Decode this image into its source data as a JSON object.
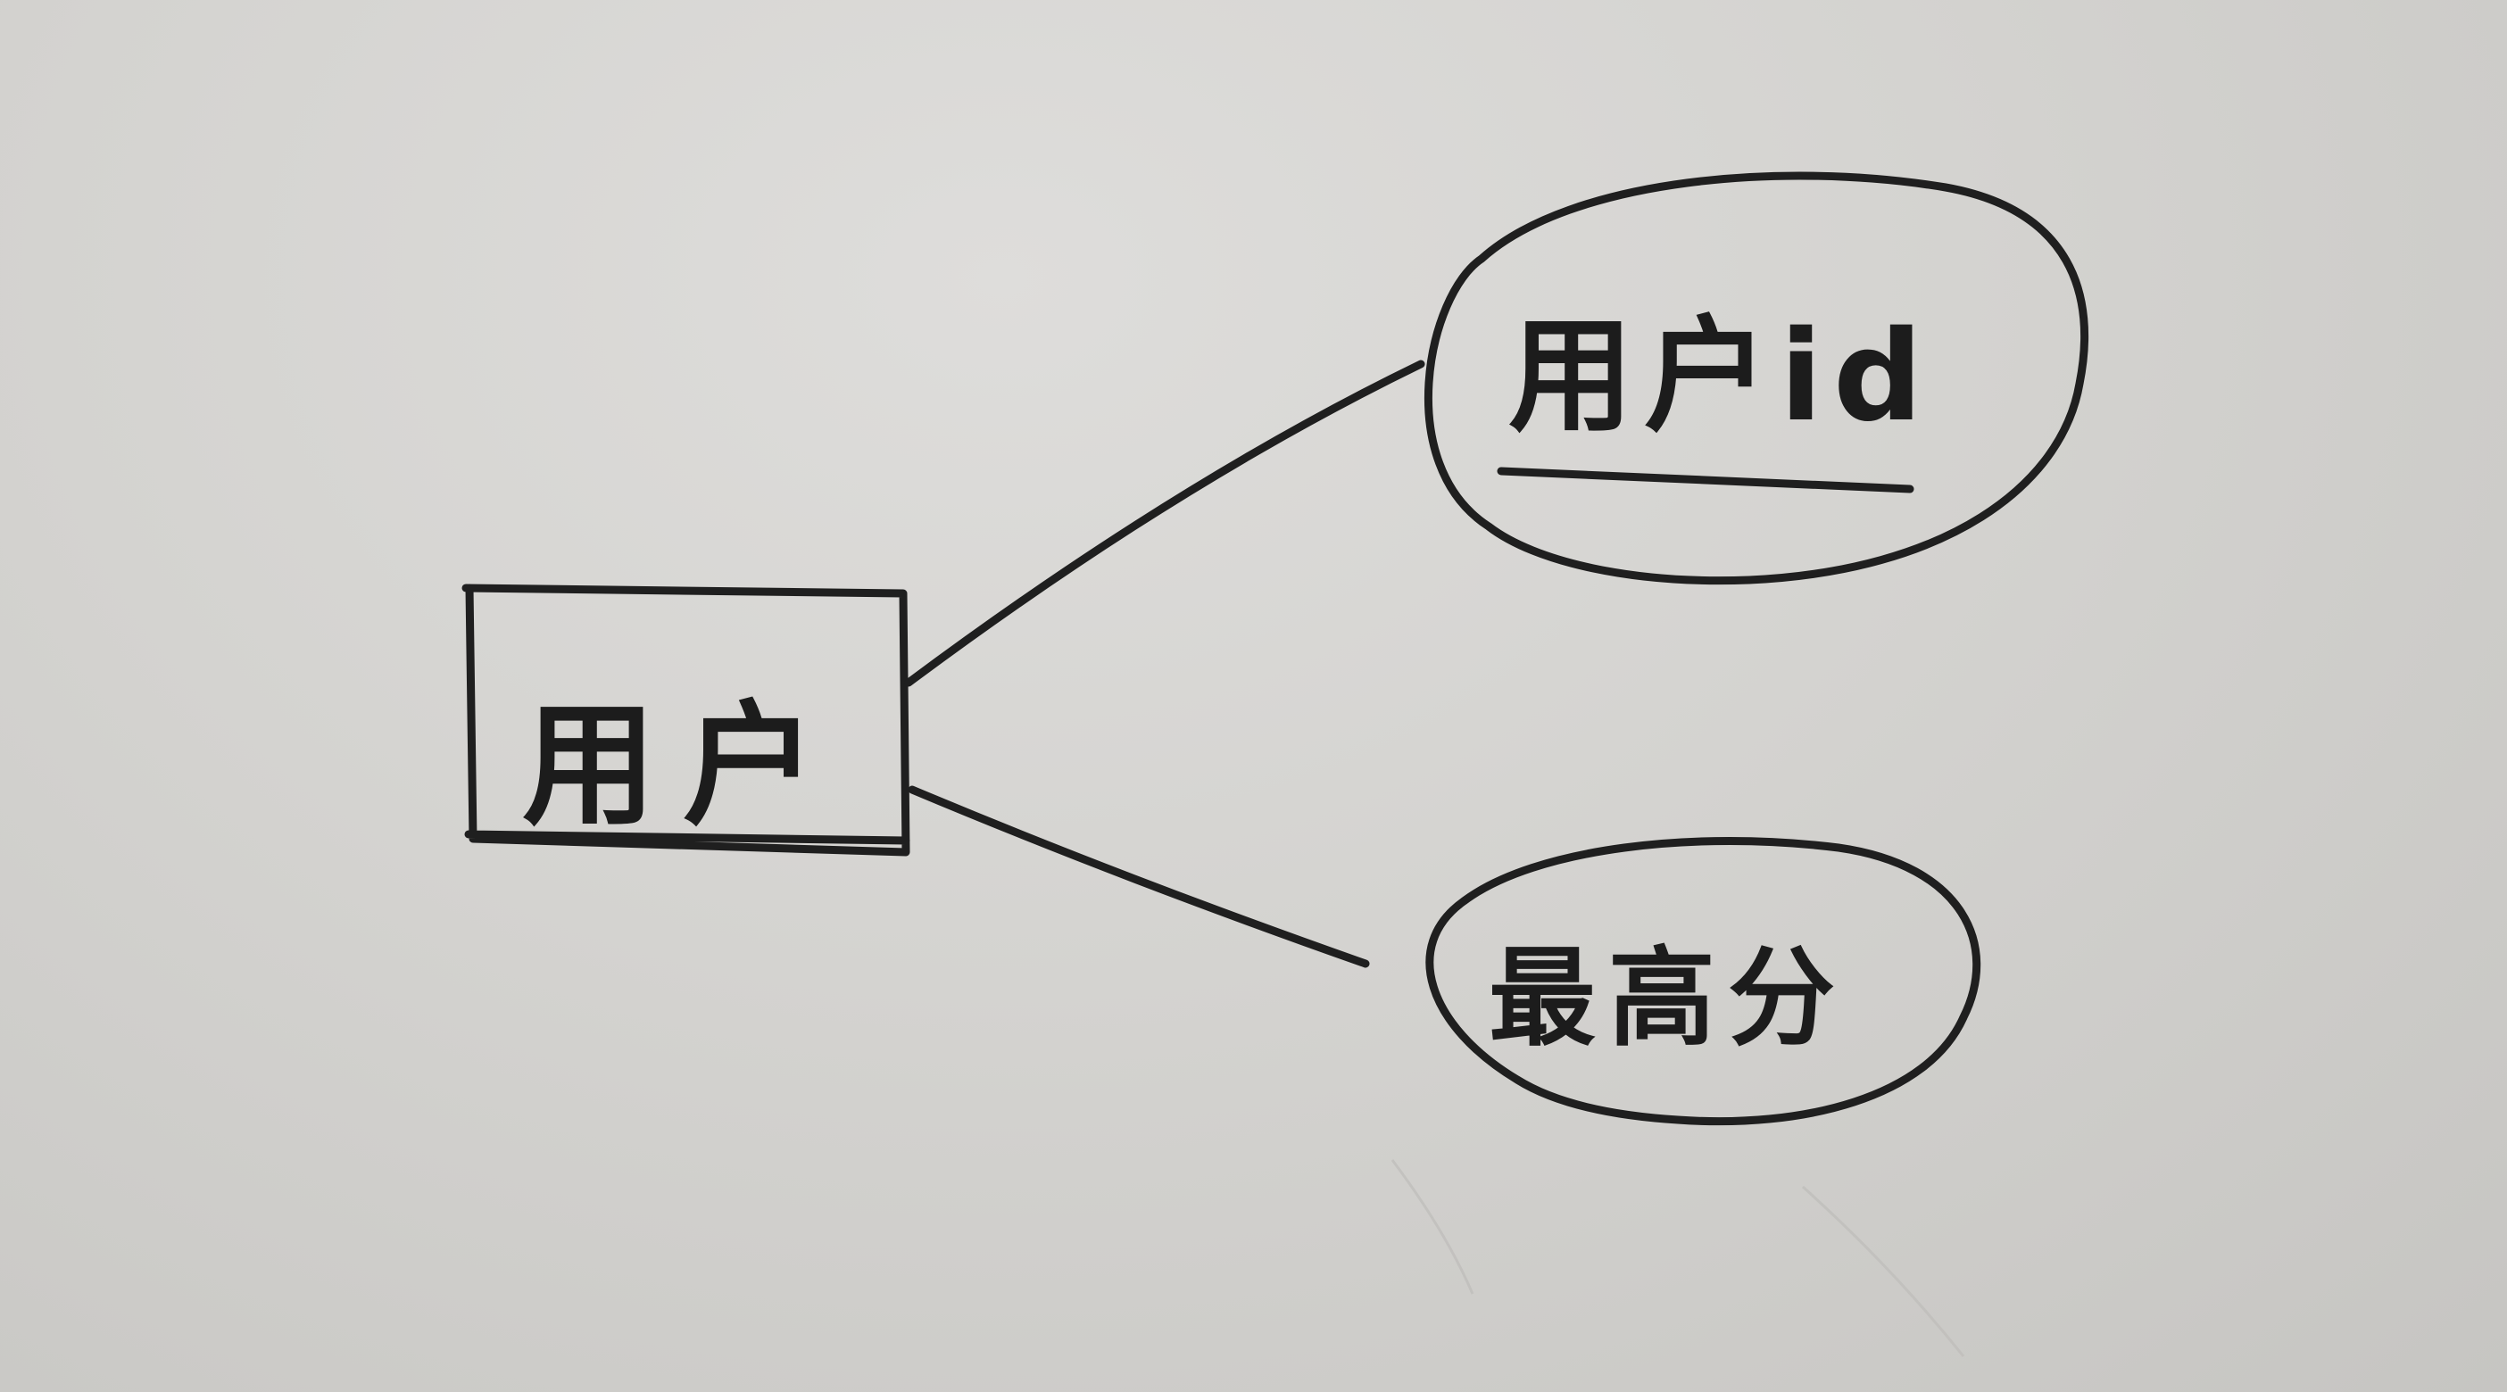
{
  "diagram": {
    "entity": {
      "label": "用户"
    },
    "attributes": [
      {
        "label": "用户id",
        "is_key": true
      },
      {
        "label": "最高分",
        "is_key": false
      }
    ]
  },
  "colors": {
    "ink": "#1f1f1f",
    "paper": "#d6d5d2"
  }
}
